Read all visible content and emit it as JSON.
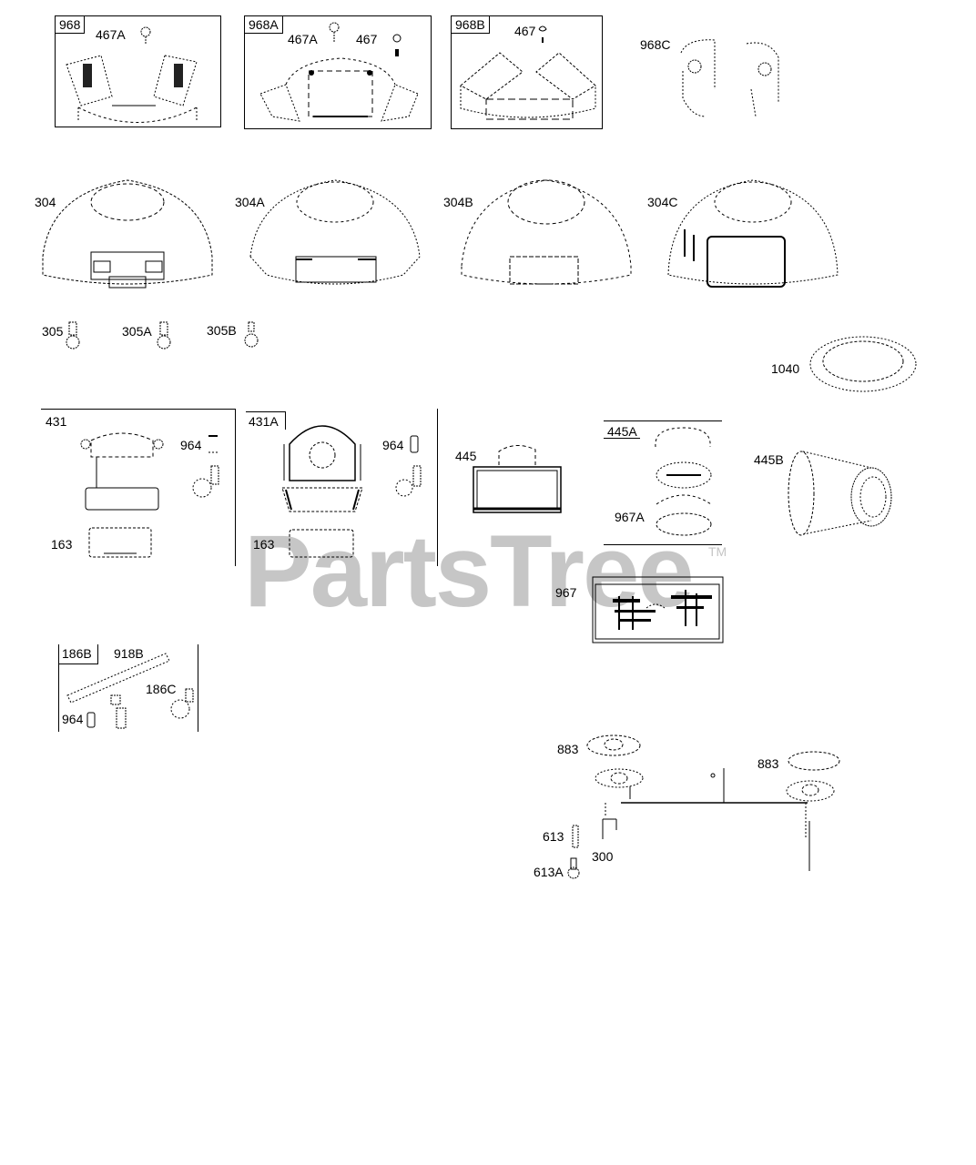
{
  "diagram": {
    "watermark": "PartsTree",
    "watermark_tm": "TM",
    "groups": {
      "g968": {
        "tag": "968",
        "labels": [
          "467A"
        ]
      },
      "g968A": {
        "tag": "968A",
        "labels": [
          "467A",
          "467"
        ]
      },
      "g968B": {
        "tag": "968B",
        "labels": [
          "467"
        ]
      },
      "g968C": {
        "label": "968C"
      },
      "g431": {
        "tag": "431",
        "labels": [
          "964",
          "163"
        ]
      },
      "g431A": {
        "tag": "431A",
        "labels": [
          "964",
          "163"
        ]
      },
      "g445A": {
        "tag": "445A",
        "labels": [
          "967A"
        ]
      },
      "g186B": {
        "tag": "186B",
        "labels": [
          "918B",
          "186C",
          "964"
        ]
      }
    },
    "parts": {
      "p304": "304",
      "p304A": "304A",
      "p304B": "304B",
      "p304C": "304C",
      "p305": "305",
      "p305A": "305A",
      "p305B": "305B",
      "p1040": "1040",
      "p445": "445",
      "p445B": "445B",
      "p967": "967",
      "p883a": "883",
      "p883b": "883",
      "p613": "613",
      "p613A": "613A",
      "p300": "300"
    }
  }
}
